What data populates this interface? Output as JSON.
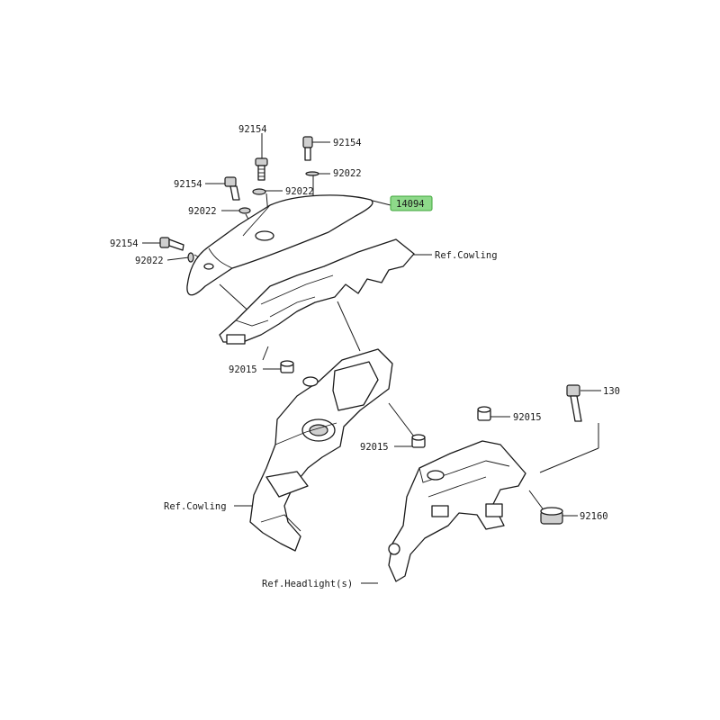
{
  "labels": {
    "bolt_top_center": "92154",
    "bolt_top_right": "92154",
    "washer_top_right": "92022",
    "washer_mid": "92022",
    "bolt_left_upper": "92154",
    "washer_left_upper": "92022",
    "bolt_left_lower": "92154",
    "washer_left_lower": "92022",
    "highlighted_part": "14094",
    "ref_cowling_upper": "Ref.Cowling",
    "collar_left": "92015",
    "collar_center": "92015",
    "collar_right": "92015",
    "bolt_bracket": "130",
    "ref_cowling_lower": "Ref.Cowling",
    "damper_rubber": "92160",
    "ref_headlight": "Ref.Headlight(s)"
  },
  "colors": {
    "highlight_fill": "#8ed98a",
    "highlight_border": "#3fa63a",
    "line": "#1a1a1a"
  }
}
